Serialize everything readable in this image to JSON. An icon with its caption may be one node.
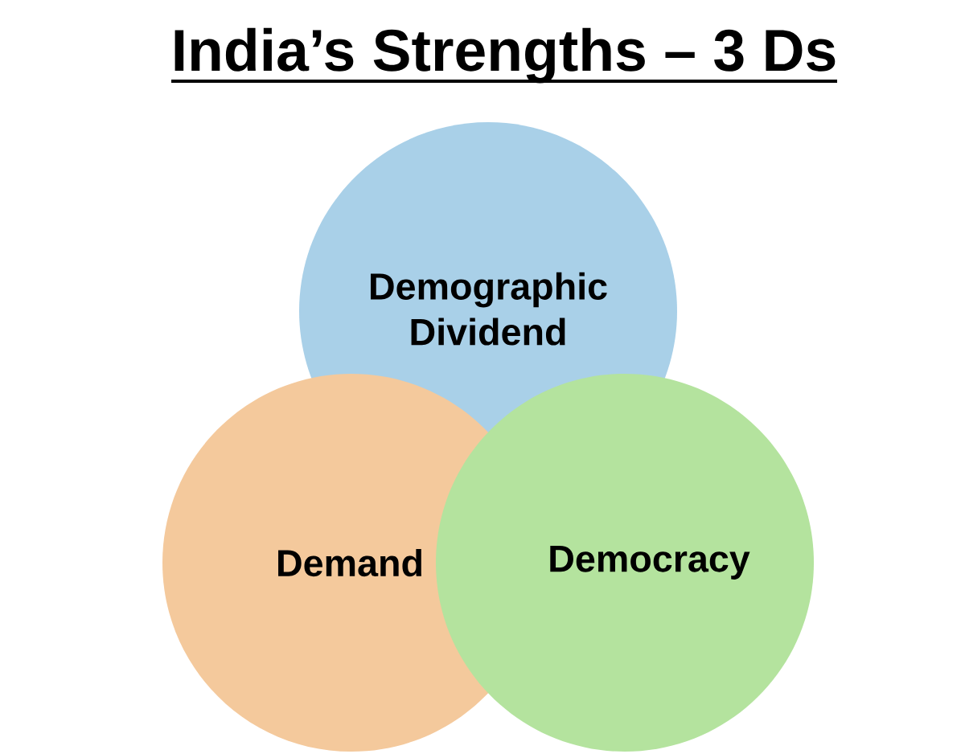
{
  "diagram": {
    "title": "India’s Strengths – 3 Ds",
    "nodes": [
      {
        "text": [
          "Demographic Dividend"
        ]
      },
      {
        "text": [
          "Demand"
        ]
      },
      {
        "text": [
          "Democracy"
        ]
      }
    ],
    "edges": []
  }
}
